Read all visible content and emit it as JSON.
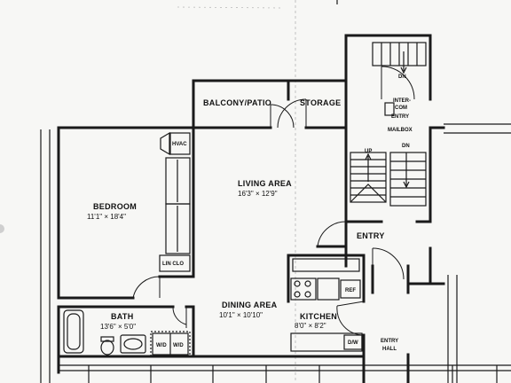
{
  "plan": {
    "rooms": {
      "balcony": "BALCONY/PATIO",
      "storage": "STORAGE",
      "living": {
        "name": "LIVING AREA",
        "size": "16'3\" × 12'9\""
      },
      "bedroom": {
        "name": "BEDROOM",
        "size": "11'1\" × 18'4\""
      },
      "bath": {
        "name": "BATH",
        "size": "13'6\" × 5'0\""
      },
      "dining": {
        "name": "DINING AREA",
        "size": "10'1\" × 10'10\""
      },
      "kitchen": {
        "name": "KITCHEN",
        "size": "8'0\" × 8'2\""
      },
      "entry": "ENTRY",
      "entry_hall_1": "ENTRY",
      "entry_hall_2": "HALL"
    },
    "fixtures": {
      "hvac": "HVAC",
      "linen_closet": "LIN CLO",
      "washer_dryer_1": "W/D",
      "washer_dryer_2": "W/D",
      "refrigerator": "REF",
      "dishwasher": "D/W"
    },
    "stair": {
      "intercom_1": "INTER-",
      "intercom_2": "COM",
      "entry": "ENTRY",
      "mailbox": "MAILBOX",
      "up": "UP",
      "dn_top": "DN",
      "dn_mid": "DN"
    }
  }
}
